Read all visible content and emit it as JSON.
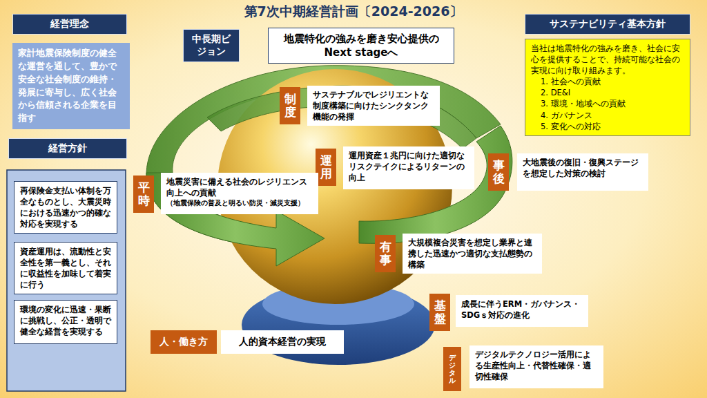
{
  "diagram": {
    "title": "第7次中期経営計画〔2024-2026〕",
    "nodes": [
      {
        "text": [
          "経営理念"
        ]
      },
      {
        "text": [
          "家計地震保険制度の健全な運営を通して、豊かで安全な社会制度の維持・発展に寄与し、広く社会から信頼される企業を目指す"
        ]
      },
      {
        "text": [
          "経営方針"
        ]
      },
      {
        "text": [
          "再保険金支払い体制を万全なものとし、大震災時における迅速かつ的確な対応を実現する"
        ]
      },
      {
        "text": [
          "資産運用は、流動性と安全性を第一義とし、それに収益性を加味して着実に行う"
        ]
      },
      {
        "text": [
          "環境の変化に迅速・果断に挑戦し、公正・透明で健全な経営を実現する"
        ]
      },
      {
        "text": [
          "中長期ビジョン"
        ]
      },
      {
        "text": [
          "地震特化の強みを磨き安心提供の Next stageへ"
        ]
      },
      {
        "text": [
          "サステナビリティ基本方針"
        ]
      },
      {
        "text": [
          "当社は地震特化の強みを磨き、社会に安心を提供することで、持続可能な社会の実現に向け取り組みます。",
          "1. 社会への貢献",
          "2. DE&I",
          "3. 環境・地域への貢献",
          "4. ガバナンス",
          "5. 変化への対応"
        ]
      },
      {
        "text": [
          "制度"
        ]
      },
      {
        "text": [
          "サステナブルでレジリエントな制度構築に向けたシンクタンク機能の発揮"
        ]
      },
      {
        "text": [
          "運用"
        ]
      },
      {
        "text": [
          "運用資産１兆円に向けた適切なリスクテイクによるリターンの向上"
        ]
      },
      {
        "text": [
          "事後"
        ]
      },
      {
        "text": [
          "大地震後の復旧・復興ステージを想定した対策の検討"
        ]
      },
      {
        "text": [
          "平時"
        ]
      },
      {
        "text": [
          "地震災害に備える社会のレジリエンス向上への貢献",
          "（地震保険の普及と明るい防災・減災支援）"
        ]
      },
      {
        "text": [
          "有事"
        ]
      },
      {
        "text": [
          "大規模複合災害を想定し業界と連携した迅速かつ適切な支払態勢の構築"
        ]
      },
      {
        "text": [
          "基盤"
        ]
      },
      {
        "text": [
          "成長に伴うERM・ガバナンス・SDGｓ対応の進化"
        ]
      },
      {
        "text": [
          "人・働き方"
        ]
      },
      {
        "text": [
          "人的資本経営の実現"
        ]
      },
      {
        "text": [
          "デジタル"
        ]
      },
      {
        "text": [
          "デジタルテクノロジー活用による生産性向上・代替性確保・適切性確保"
        ]
      }
    ]
  }
}
